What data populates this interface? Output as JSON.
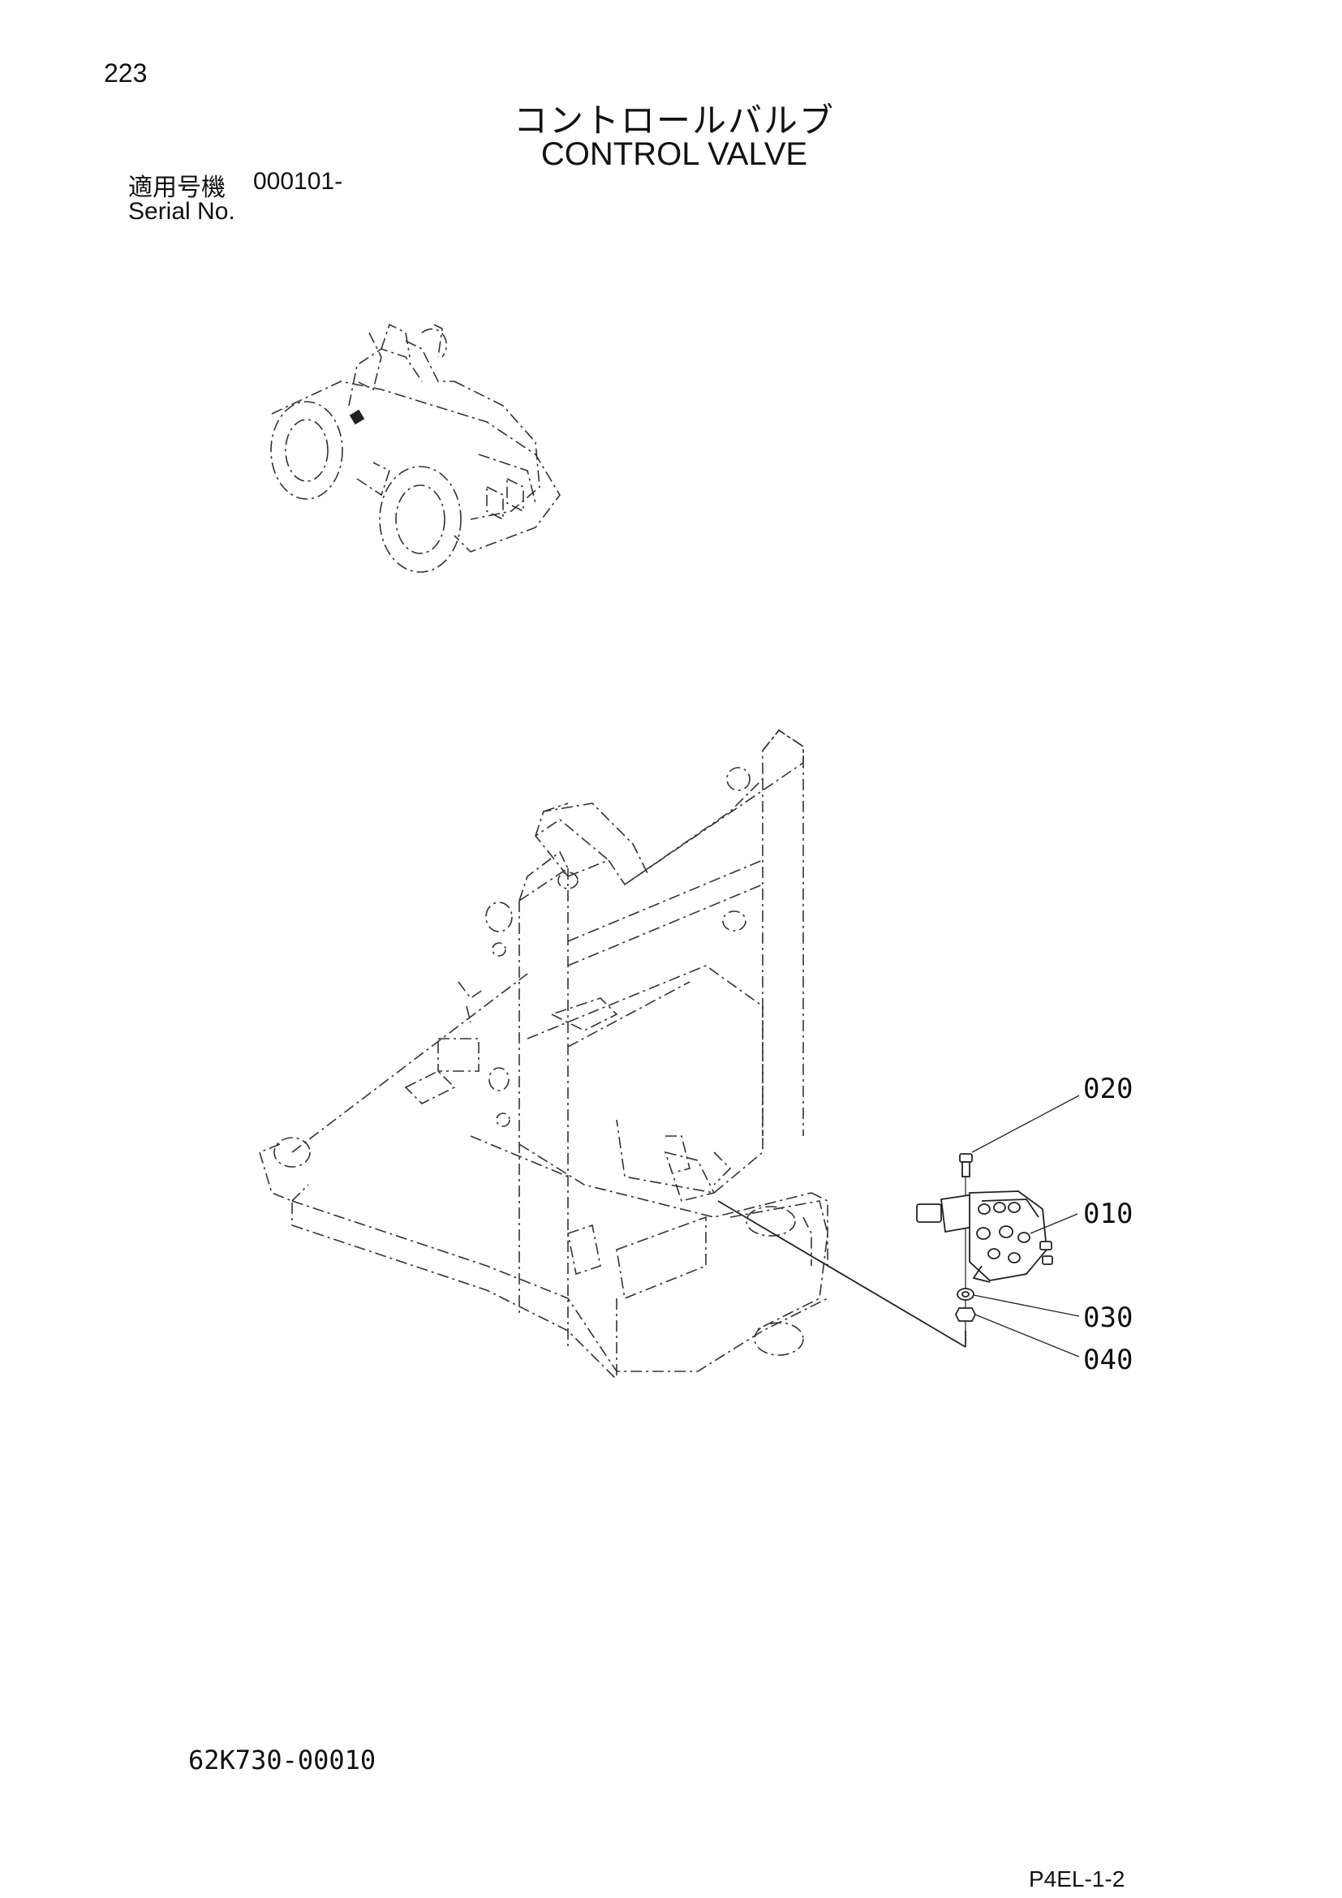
{
  "page": {
    "number": "223",
    "title_jp": "コントロールバルブ",
    "title_en": "CONTROL VALVE",
    "serial_label_jp": "適用号機",
    "serial_value": "000101-",
    "serial_label_en": "Serial No.",
    "part_number": "62K730-00010",
    "page_code": "P4EL-1-2"
  },
  "callouts": [
    {
      "id": "c020",
      "label": "020"
    },
    {
      "id": "c010",
      "label": "010"
    },
    {
      "id": "c030",
      "label": "030"
    },
    {
      "id": "c040",
      "label": "040"
    }
  ]
}
